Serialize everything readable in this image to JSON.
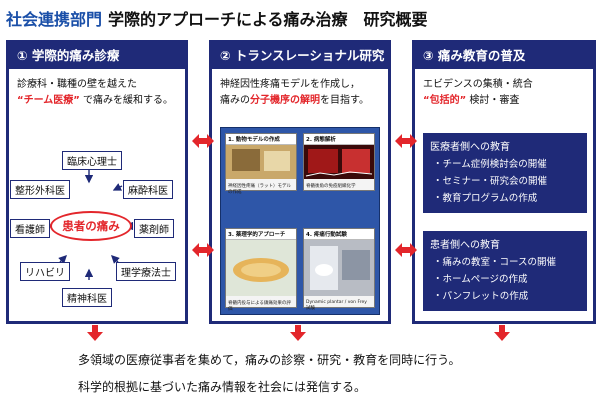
{
  "header": {
    "department": "社会連携部門",
    "title": "学際的アプローチによる痛み治療　研究概要"
  },
  "columns": [
    {
      "heading": "① 学際的痛み診療",
      "line1": "診療科・職種の壁を越えた",
      "line2_highlight": "“チーム医療”",
      "line2_rest": "で痛みを緩和する。",
      "center": "患者の痛み",
      "specialties": [
        "臨床心理士",
        "整形外科医",
        "麻酔科医",
        "看護師",
        "薬剤師",
        "リハビリ",
        "理学療法士",
        "精神科医"
      ]
    },
    {
      "heading": "② トランスレーショナル研究",
      "line1": "神経因性疼痛モデルを作成し，",
      "line2_pre": "痛みの",
      "line2_highlight": "分子機序の解明",
      "line2_rest": "を目指す。",
      "panels": [
        {
          "caption": "1. 動物モデルの作成",
          "note": "神経因性疼痛（ラット）モデルの作成"
        },
        {
          "caption": "2. 病態解析",
          "note": "脊髄後角の免疫組織化学"
        },
        {
          "caption": "3. 薬理学的アプローチ",
          "note": "脊髄内投与による鎮痛効果の評価"
        },
        {
          "caption": "4. 疼痛行動試験",
          "note": "Dynamic plantar / von Frey 試験"
        }
      ]
    },
    {
      "heading": "③ 痛み教育の普及",
      "line1": "エビデンスの集積・統合",
      "line2_highlight": "“包括的”",
      "line2_rest": "検討・審査",
      "groups": [
        {
          "title": "医療者側への教育",
          "items": [
            "・チーム症例検討会の開催",
            "・セミナー・研究会の開催",
            "・教育プログラムの作成"
          ]
        },
        {
          "title": "患者側への教育",
          "items": [
            "・痛みの教室・コースの開催",
            "・ホームページの作成",
            "・パンフレットの作成"
          ]
        }
      ]
    }
  ],
  "summary": {
    "line1": "多領域の医療従事者を集めて，痛みの診察・研究・教育を同時に行う。",
    "line2": "科学的根拠に基づいた痛み情報を社会には発信する。"
  },
  "colors": {
    "navy": "#1f2a78",
    "accent": "#e3262b",
    "blue": "#1a4fa8"
  }
}
